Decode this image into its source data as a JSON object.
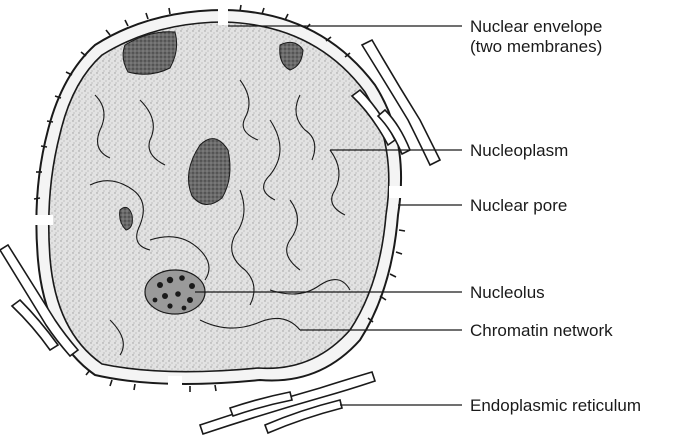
{
  "labels": {
    "nuclear_envelope_line1": "Nuclear envelope",
    "nuclear_envelope_line2": "(two membranes)",
    "nucleoplasm": "Nucleoplasm",
    "nuclear_pore": "Nuclear pore",
    "nucleolus": "Nucleolus",
    "chromatin_network": "Chromatin network",
    "endoplasmic_reticulum": "Endoplasmic reticulum"
  },
  "colors": {
    "ink": "#1a1a1a",
    "stipple": "#cfcfcf",
    "dark_fill": "#555555"
  }
}
